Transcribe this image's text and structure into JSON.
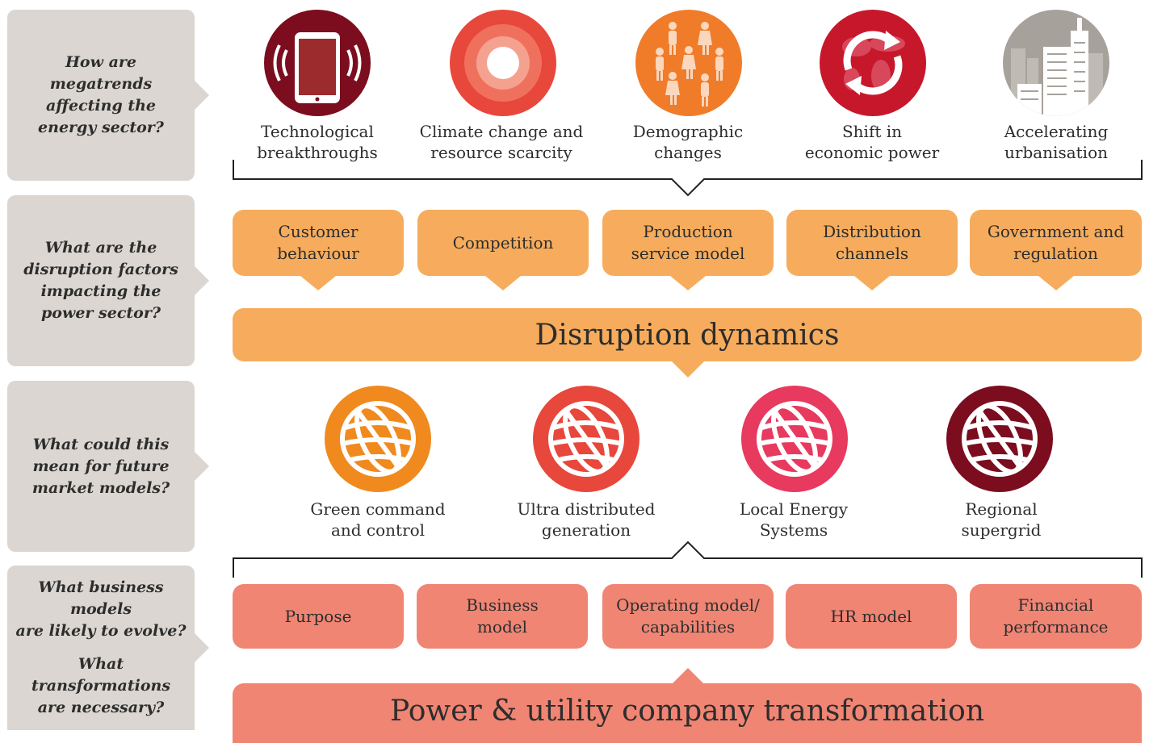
{
  "questions": [
    {
      "lines": [
        "How are megatrends",
        "affecting the",
        "energy sector?"
      ]
    },
    {
      "lines": [
        "What are the",
        "disruption factors",
        "impacting the",
        "power sector?"
      ]
    },
    {
      "lines": [
        "What could this",
        "mean for future",
        "market models?"
      ]
    },
    {
      "lines": [
        "What business models",
        "are likely to evolve?"
      ],
      "lines2": [
        "What transformations",
        "are necessary?"
      ]
    }
  ],
  "megatrends": [
    {
      "icon": "smartphone-icon",
      "color": "#7b0d1e",
      "label1": "Technological",
      "label2": "breakthroughs"
    },
    {
      "icon": "target-rings-icon",
      "color": "#e8473b",
      "label1": "Climate change and",
      "label2": "resource scarcity"
    },
    {
      "icon": "people-icon",
      "color": "#f07c2a",
      "label1": "Demographic",
      "label2": "changes"
    },
    {
      "icon": "globe-cycle-icon",
      "color": "#c7172b",
      "label1": "Shift in",
      "label2": "economic power"
    },
    {
      "icon": "city-skyline-icon",
      "color": "#a7a19b",
      "label1": "Accelerating",
      "label2": "urbanisation"
    }
  ],
  "disruption_factors": [
    {
      "line1": "Customer",
      "line2": "behaviour"
    },
    {
      "line1": "Competition",
      "line2": ""
    },
    {
      "line1": "Production",
      "line2": "service model"
    },
    {
      "line1": "Distribution",
      "line2": "channels"
    },
    {
      "line1": "Government and",
      "line2": "regulation"
    }
  ],
  "disruption_band": "Disruption dynamics",
  "market_models": [
    {
      "icon": "globe-icon",
      "color": "#f08a1e",
      "label1": "Green command",
      "label2": "and control"
    },
    {
      "icon": "globe-icon",
      "color": "#e8473b",
      "label1": "Ultra distributed",
      "label2": "generation"
    },
    {
      "icon": "globe-icon",
      "color": "#e8395f",
      "label1": "Local Energy",
      "label2": "Systems"
    },
    {
      "icon": "globe-icon",
      "color": "#7b0d1e",
      "label1": "Regional",
      "label2": "supergrid"
    }
  ],
  "business_elements": [
    {
      "line1": "Purpose",
      "line2": ""
    },
    {
      "line1": "Business",
      "line2": "model"
    },
    {
      "line1": "Operating model/",
      "line2": "capabilities"
    },
    {
      "line1": "HR model",
      "line2": ""
    },
    {
      "line1": "Financial",
      "line2": "performance"
    }
  ],
  "transformation_band": "Power & utility company transformation",
  "colors": {
    "question_bg": "#dbd6d1",
    "orange_card": "#f6ac5c",
    "salmon_card": "#f08574",
    "bracket": "#222222"
  }
}
